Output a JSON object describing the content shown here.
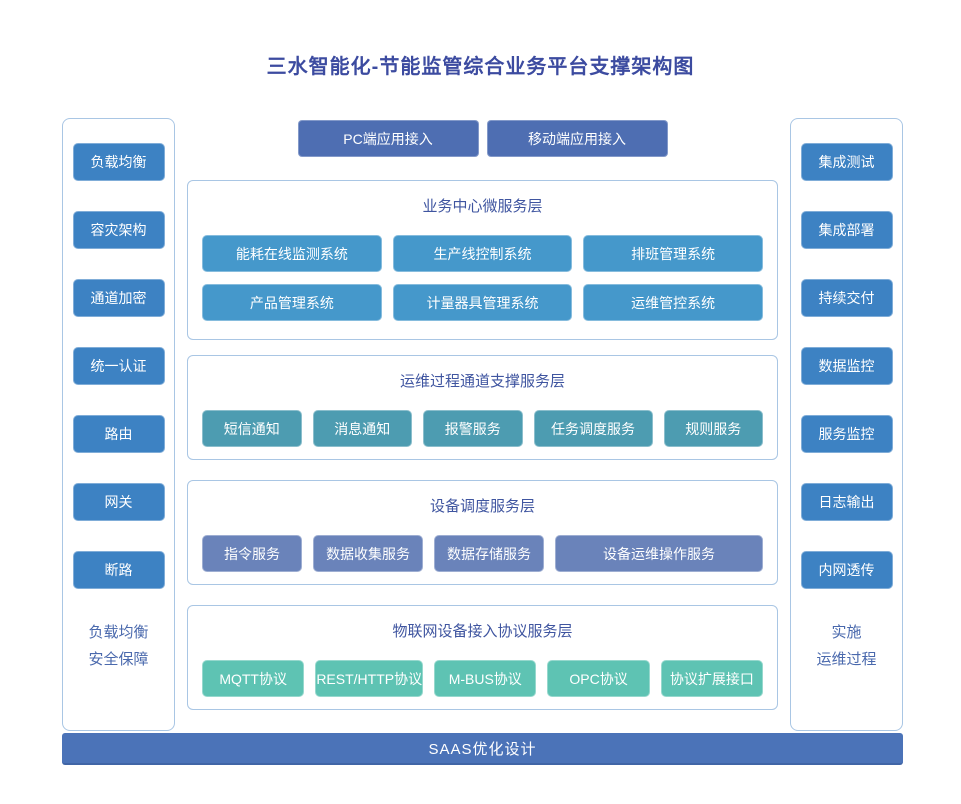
{
  "title": "三水智能化-节能监管综合业务平台支撑架构图",
  "top_buttons": [
    "PC端应用接入",
    "移动端应用接入"
  ],
  "left_panel": {
    "items": [
      "负载均衡",
      "容灾架构",
      "通道加密",
      "统一认证",
      "路由",
      "网关",
      "断路"
    ],
    "caption": [
      "负载均衡",
      "安全保障"
    ]
  },
  "right_panel": {
    "items": [
      "集成测试",
      "集成部署",
      "持续交付",
      "数据监控",
      "服务监控",
      "日志输出",
      "内网透传"
    ],
    "caption": [
      "实施",
      "运维过程"
    ]
  },
  "layers": [
    {
      "title": "业务中心微服务层",
      "color": "#4598cb",
      "rows": [
        [
          "能耗在线监测系统",
          "生产线控制系统",
          "排班管理系统"
        ],
        [
          "产品管理系统",
          "计量器具管理系统",
          "运维管控系统"
        ]
      ]
    },
    {
      "title": "运维过程通道支撑服务层",
      "color": "#4d9cb1",
      "rows": [
        [
          "短信通知",
          "消息通知",
          "报警服务",
          "任务调度服务",
          "规则服务"
        ]
      ]
    },
    {
      "title": "设备调度服务层",
      "color": "#6a83ba",
      "rows": [
        [
          "指令服务",
          "数据收集服务",
          "数据存储服务",
          "设备运维操作服务"
        ]
      ]
    },
    {
      "title": "物联网设备接入协议服务层",
      "color": "#5ec3b3",
      "rows": [
        [
          "MQTT协议",
          "REST/HTTP协议",
          "M-BUS协议",
          "OPC协议",
          "协议扩展接口"
        ]
      ]
    }
  ],
  "bottom_bar": {
    "label": "SAAS优化设计"
  },
  "colors": {
    "title_text": "#3c4ba0",
    "top_button": "#4e6eb2",
    "side_button": "#3d82c3",
    "layer_border": "#a9c6e4",
    "layer_title_text": "#3f55a0",
    "caption_text": "#4a69ad",
    "bottom_bar": "#4b73b8"
  }
}
